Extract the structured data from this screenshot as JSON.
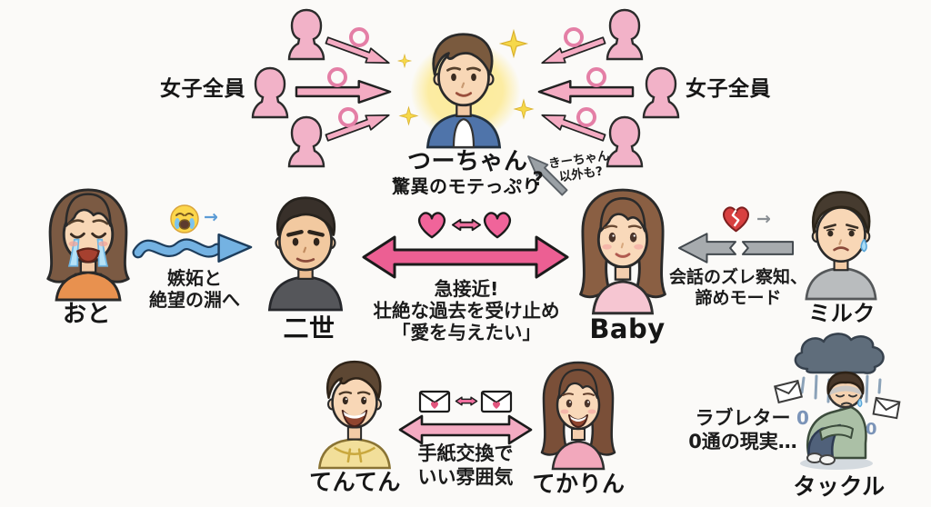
{
  "canvas": {
    "bg": "#fbfaf8"
  },
  "palette": {
    "pink_light": "#f4abc2",
    "pink_hot": "#ec5f93",
    "silhouette_pink": "#f2b2c8",
    "blue_arrow": "#74b2e2",
    "gray_arrow": "#a7abae",
    "glow_yellow": "#fcea94",
    "heart_pink": "#f0649a",
    "broken_heart_red": "#d84040",
    "text": "#161616"
  },
  "icons": {
    "approval_circle": "maru-circle",
    "jealousy": "crying-face-emoji",
    "giveup": "broken-heart",
    "letters": "love-letter-envelope",
    "gloom": "rain-cloud"
  },
  "girls_left": {
    "label": "女子全員"
  },
  "girls_right": {
    "label": "女子全員"
  },
  "tsuchan": {
    "name": "つーちゃん",
    "caption": "驚異のモテっぷり"
  },
  "side_note": {
    "question": "?",
    "lines": [
      "きーちゃん",
      "以外も?"
    ]
  },
  "oto": {
    "name": "おと"
  },
  "jealousy": {
    "arrow": "→",
    "lines": [
      "嫉妬と",
      "絶望の淵へ"
    ]
  },
  "nisei": {
    "name": "二世"
  },
  "romance": {
    "lines": [
      "急接近!",
      "壮絶な過去を受け止め",
      "「愛を与えたい」"
    ]
  },
  "baby": {
    "name": "Baby"
  },
  "giveup": {
    "arrow": "→",
    "lines": [
      "会話のズレ察知、",
      "諦めモード"
    ]
  },
  "milk": {
    "name": "ミルク"
  },
  "tenten": {
    "name": "てんてん"
  },
  "tekarin": {
    "name": "てかりん"
  },
  "letters": {
    "lines": [
      "手紙交換で",
      "いい雰囲気"
    ]
  },
  "tackle": {
    "name": "タックル",
    "caption_lines": [
      "ラブレター",
      "0通の現実…"
    ],
    "zeros": [
      "0",
      "0"
    ]
  }
}
